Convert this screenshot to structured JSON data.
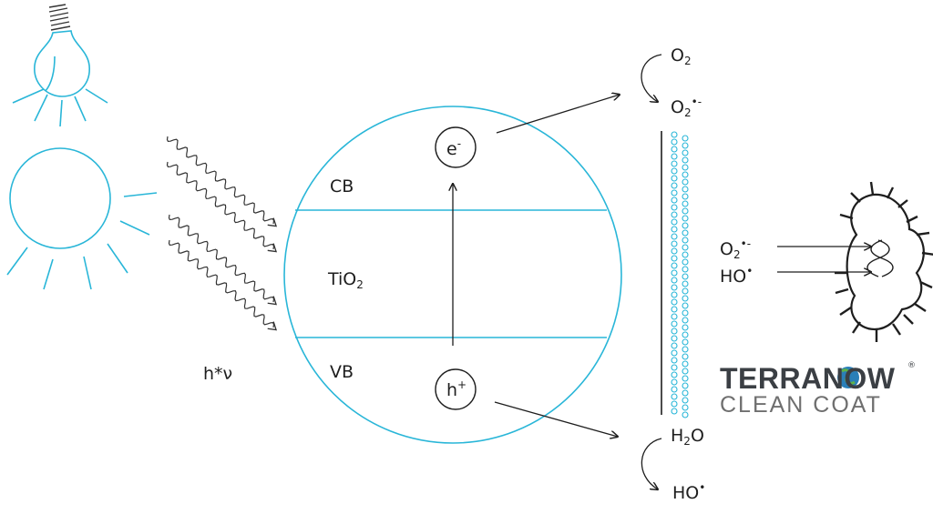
{
  "diagram": {
    "photon_label": "h*ν",
    "material": {
      "base": "TiO",
      "sub": "2"
    },
    "conduction_band": "CB",
    "valence_band": "VB",
    "electron": {
      "base": "e",
      "sup": "-"
    },
    "hole": {
      "base": "h",
      "sup": "+"
    },
    "reactions": {
      "oxygen": {
        "base": "O",
        "sub": "2"
      },
      "superoxide": {
        "base": "O",
        "sub": "2",
        "sup": "•-"
      },
      "water": {
        "a": "H",
        "sub": "2",
        "b": "O"
      },
      "hydroxyl_bottom": {
        "base": "HO",
        "sup": "•"
      }
    },
    "attack": {
      "superoxide": {
        "base": "O",
        "sub": "2",
        "sup": "•-"
      },
      "hydroxyl": {
        "base": "HO",
        "sup": "•"
      }
    }
  },
  "logo": {
    "line1": "TERRANOW",
    "line2": "CLEAN COAT",
    "mark": "®"
  },
  "colors": {
    "accent": "#29b6d8",
    "ink": "#1e1e1e",
    "logo_dark": "#3b3f44",
    "logo_grey": "#6f6f6f",
    "globe": "#2a7fb8"
  },
  "icons": [
    "light-bulb-icon",
    "sun-icon",
    "bacterium-icon",
    "dna-icon",
    "globe-icon"
  ]
}
